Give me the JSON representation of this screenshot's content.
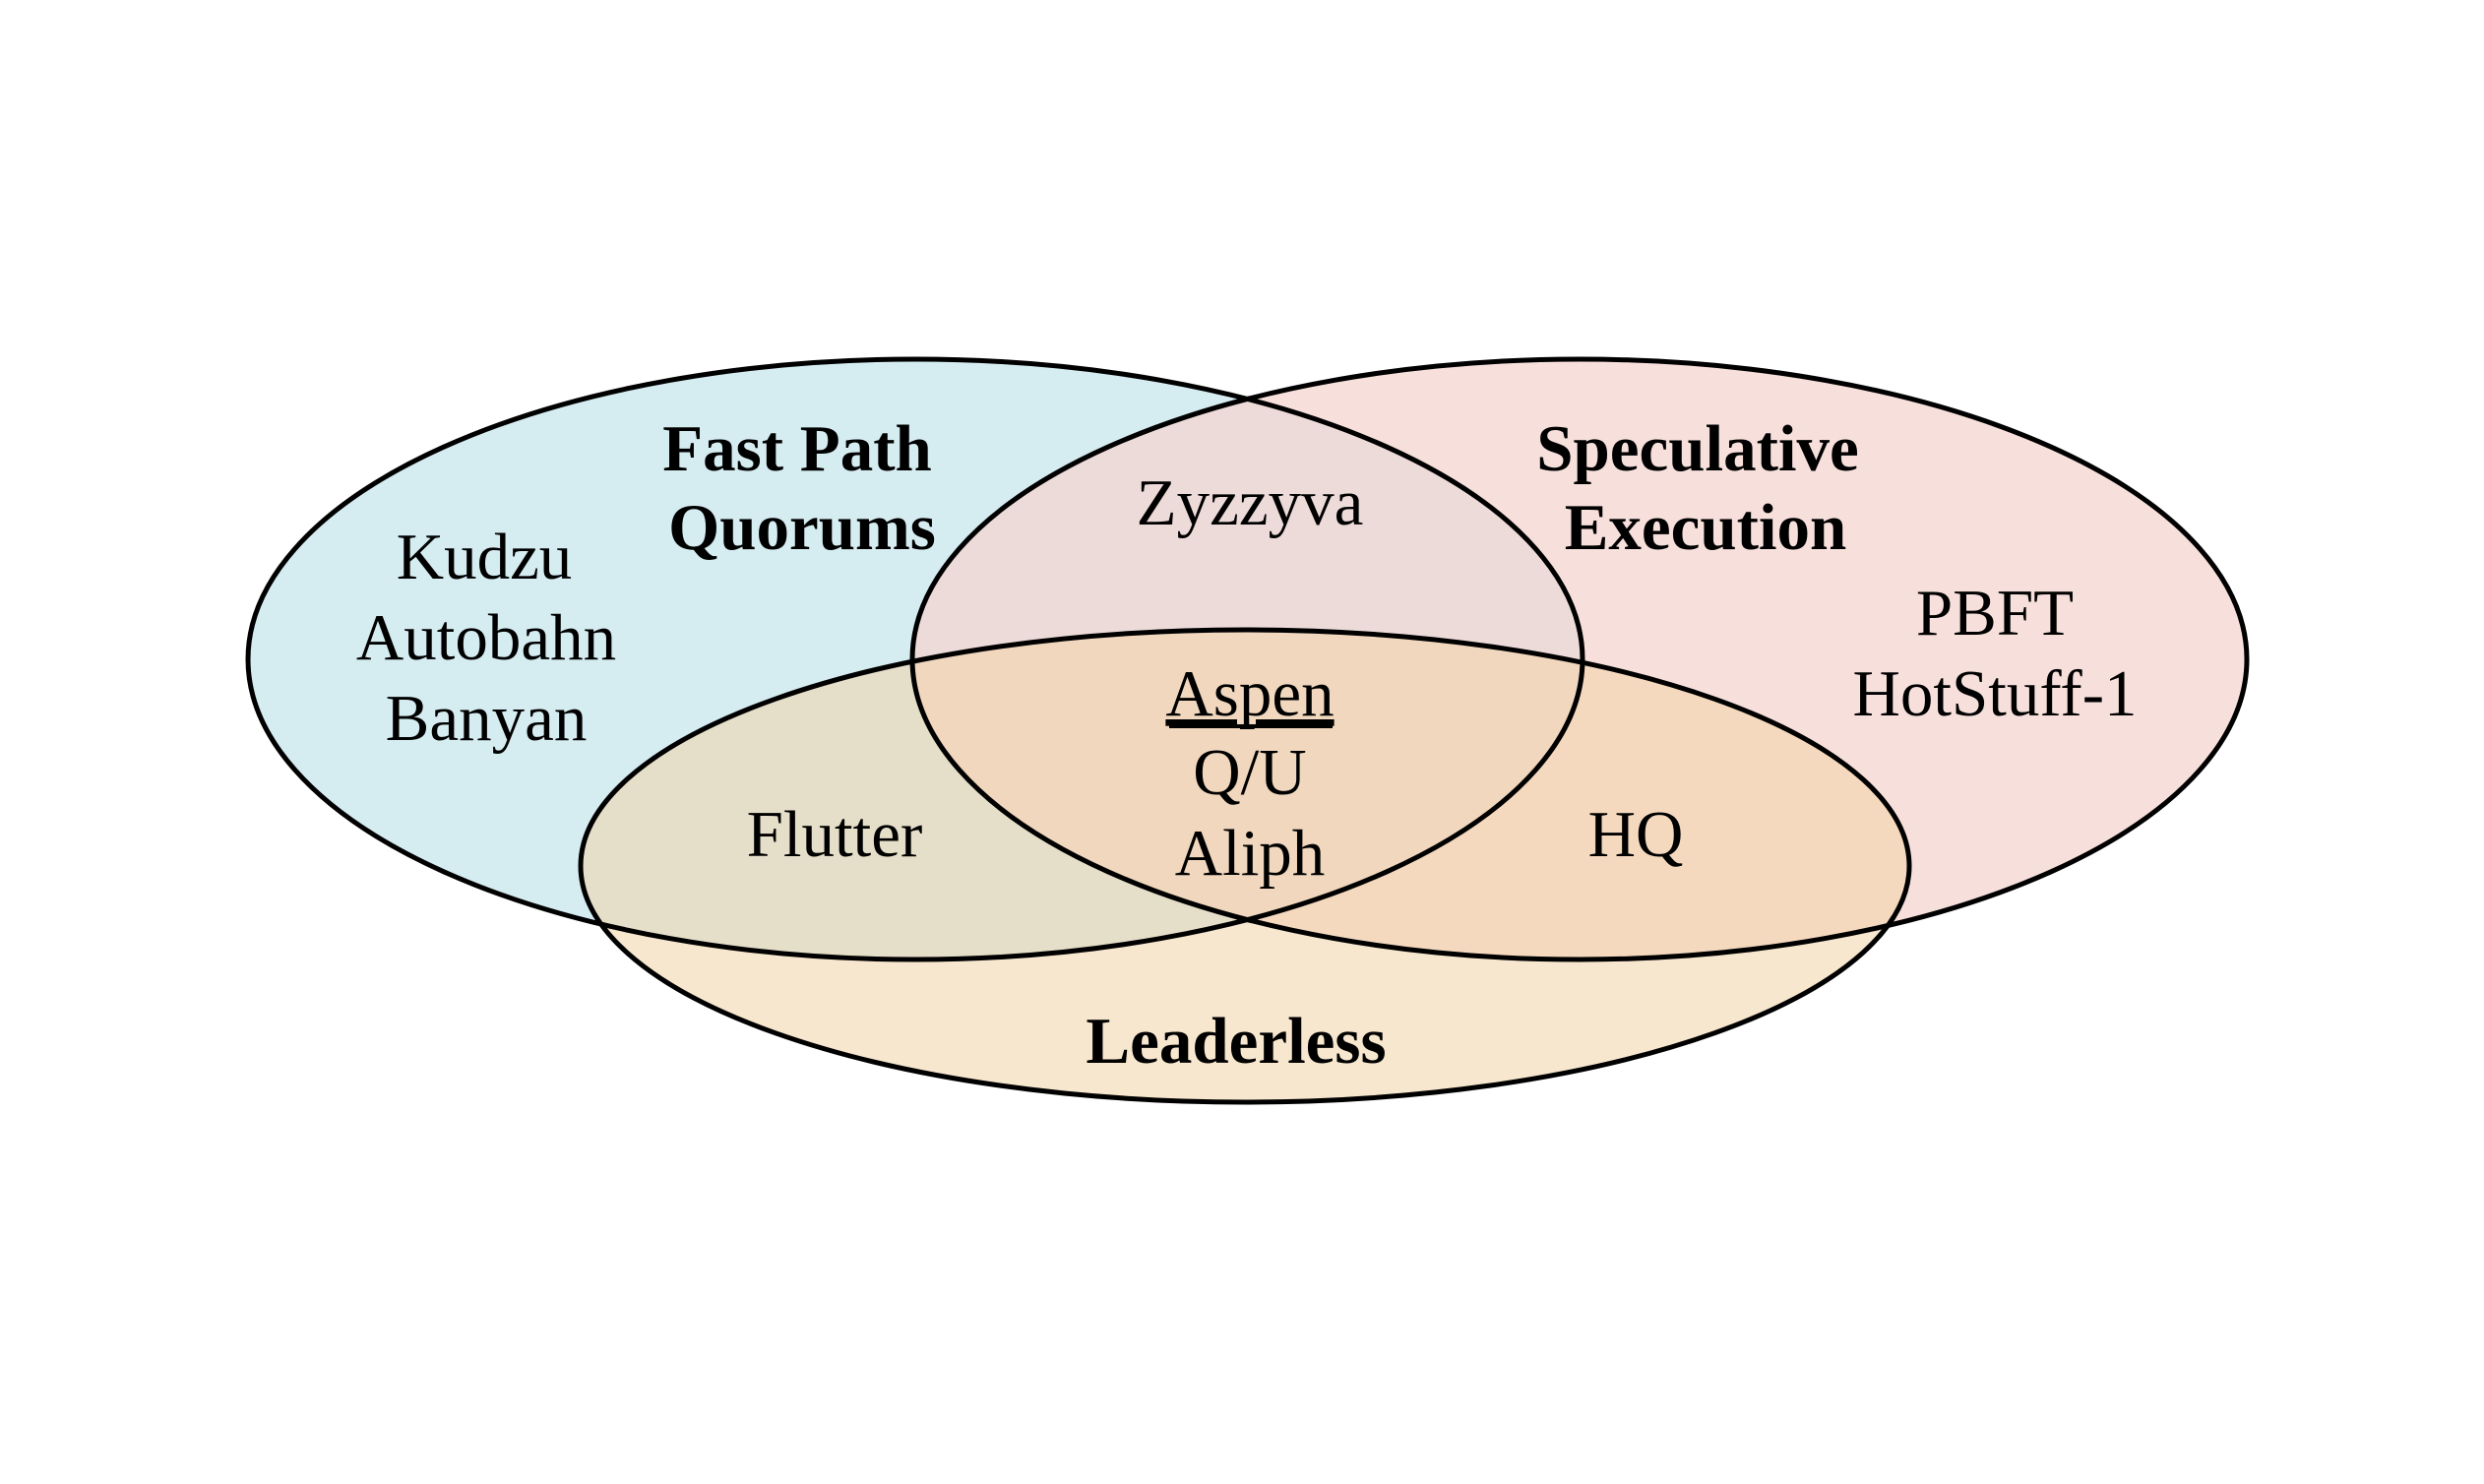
{
  "sets": {
    "fast_path": {
      "label_line1": "Fast Path",
      "label_line2": "Quorums",
      "fill": "#c7e5ec"
    },
    "speculative": {
      "label_line1": "Speculative",
      "label_line2": "Execution",
      "fill": "#f4d5d0"
    },
    "leaderless": {
      "label": "Leaderless",
      "fill": "#f7e3c8"
    }
  },
  "regions": {
    "fast_path_only": [
      "Kudzu",
      "Autobahn",
      "Banyan"
    ],
    "speculative_only": [
      "PBFT",
      "HotStuff-1"
    ],
    "fast_path_speculative": [
      "Zyzzyva"
    ],
    "fast_path_leaderless": [
      "Flutter"
    ],
    "speculative_leaderless": [
      "HQ"
    ],
    "all_three": [
      "Aspen",
      "Q/U",
      "Aliph"
    ]
  },
  "highlight": {
    "underlined_item": "Aspen"
  }
}
